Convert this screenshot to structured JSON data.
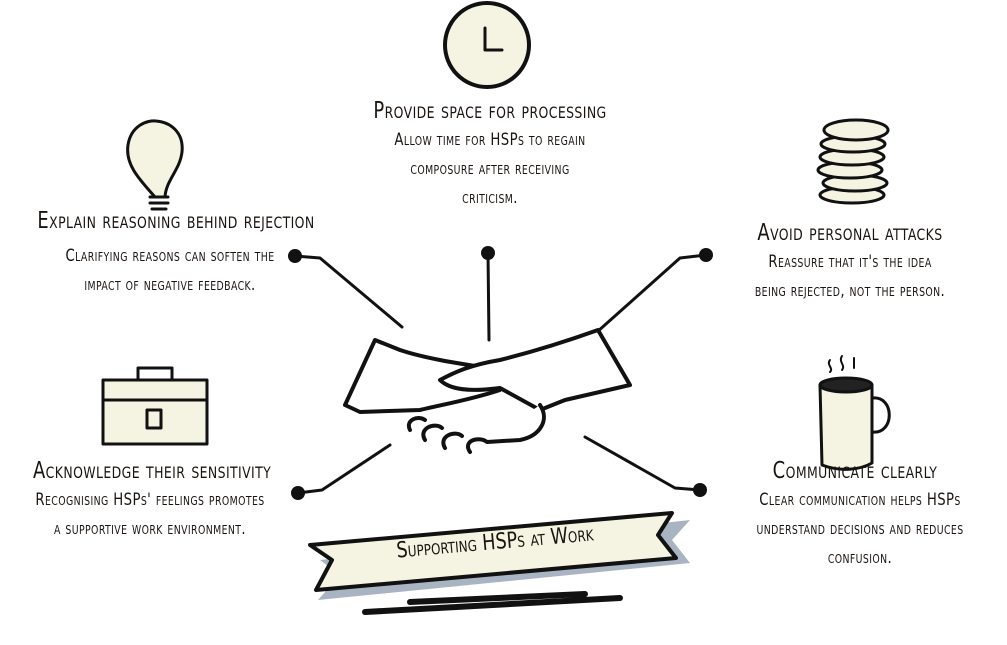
{
  "title": "Supporting HSPs at Work",
  "items": [
    {
      "icon": "clock-icon",
      "heading": "Provide space for processing",
      "desc": "Allow time for HSPs to regain composure after receiving criticism."
    },
    {
      "icon": "lightbulb-icon",
      "heading": "Explain reasoning behind rejection",
      "desc": "Clarifying reasons can soften the impact of negative feedback."
    },
    {
      "icon": "coins-icon",
      "heading": "Avoid personal attacks",
      "desc": "Reassure that it's the idea being rejected, not the person."
    },
    {
      "icon": "briefcase-icon",
      "heading": "Acknowledge their sensitivity",
      "desc": "Recognising HSPs' feelings promotes a supportive work environment."
    },
    {
      "icon": "coffee-mug-icon",
      "heading": "Communicate clearly",
      "desc": "Clear communication helps HSPs understand decisions and reduces confusion."
    }
  ],
  "colors": {
    "fill": "#f5f3e1",
    "ink": "#111111",
    "shadow": "#a9b4c2"
  }
}
